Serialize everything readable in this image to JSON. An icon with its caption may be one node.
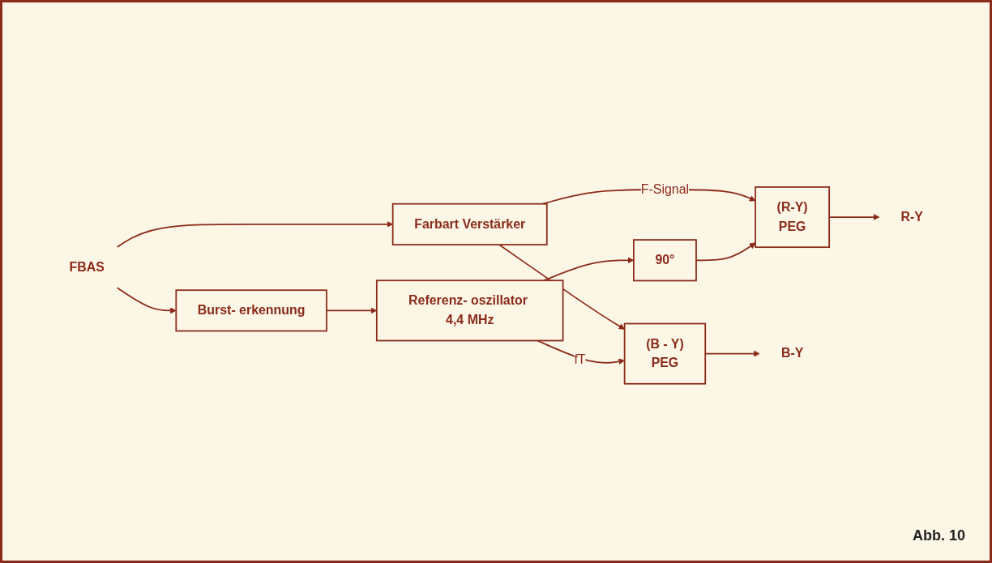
{
  "diagram": {
    "nodes": [
      {
        "text": [
          "FBAS"
        ]
      },
      {
        "text": [
          "Farbart Verstärker"
        ]
      },
      {
        "text": [
          "90°"
        ]
      },
      {
        "text": [
          "(R-Y)",
          "PEG"
        ]
      },
      {
        "text": [
          "R-Y"
        ]
      },
      {
        "text": [
          "(B - Y)",
          "PEG"
        ]
      },
      {
        "text": [
          "B-Y"
        ]
      },
      {
        "text": [
          "Burst- erkennung"
        ]
      },
      {
        "text": [
          "Referenz- oszillator 4,4 MHz"
        ]
      }
    ],
    "edges": [
      {
        "from": 0,
        "to": 1,
        "arrow": "to"
      },
      {
        "from": 0,
        "to": 7,
        "arrow": "to"
      },
      {
        "from": 1,
        "to": 3,
        "arrow": "to",
        "label": "F-Signal"
      },
      {
        "from": 1,
        "to": 5,
        "arrow": "to"
      },
      {
        "from": 8,
        "to": 2,
        "arrow": "to"
      },
      {
        "from": 8,
        "to": 5,
        "arrow": "to",
        "label": "fT"
      },
      {
        "from": 2,
        "to": 3,
        "arrow": "to"
      },
      {
        "from": 3,
        "to": 4,
        "arrow": "to"
      },
      {
        "from": 5,
        "to": 6,
        "arrow": "to"
      },
      {
        "from": 7,
        "to": 8,
        "arrow": "to"
      }
    ],
    "labels": [
      "Abb. 10"
    ]
  }
}
